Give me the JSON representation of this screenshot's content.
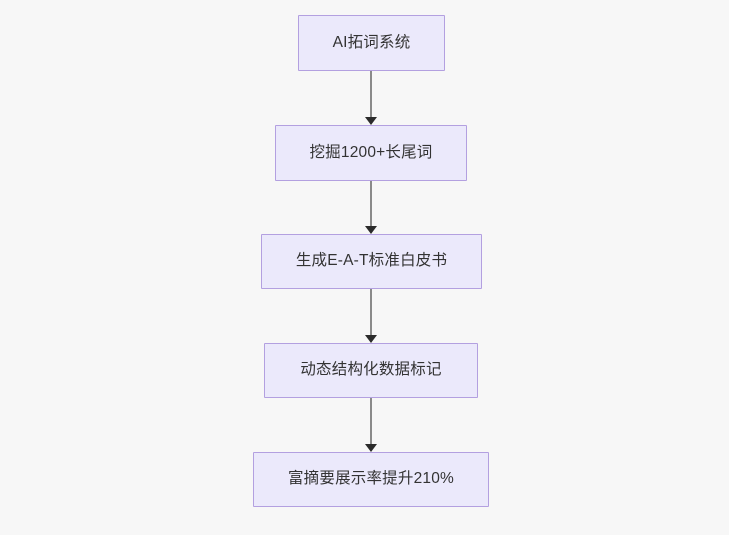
{
  "diagram": {
    "type": "flowchart",
    "orientation": "top-to-bottom",
    "background_color": "#f7f7f7",
    "node_fill_color": "#ebe9fb",
    "node_border_color": "#b3a0e0",
    "node_text_color": "#333333",
    "connector_color": "#8a8a8a",
    "arrowhead_color": "#2b2b2b",
    "nodes": [
      {
        "id": "n0",
        "label": "AI拓词系统"
      },
      {
        "id": "n1",
        "label": "挖掘1200+长尾词"
      },
      {
        "id": "n2",
        "label": "生成E-A-T标准白皮书"
      },
      {
        "id": "n3",
        "label": "动态结构化数据标记"
      },
      {
        "id": "n4",
        "label": "富摘要展示率提升210%"
      }
    ],
    "edges": [
      {
        "from": "n0",
        "to": "n1",
        "label": ""
      },
      {
        "from": "n1",
        "to": "n2",
        "label": ""
      },
      {
        "from": "n2",
        "to": "n3",
        "label": ""
      },
      {
        "from": "n3",
        "to": "n4",
        "label": ""
      }
    ]
  }
}
